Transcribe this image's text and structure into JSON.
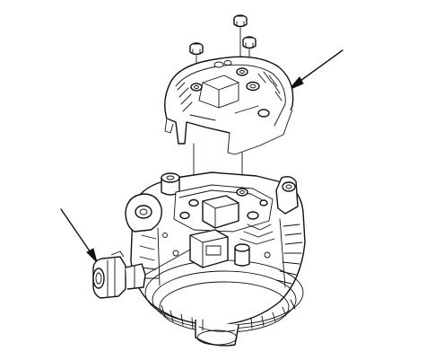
{
  "diagram": {
    "parts": [
      "rear-cover",
      "cover-nut",
      "alternator-body",
      "connector"
    ],
    "colors": {
      "line": "#111111",
      "background": "#ffffff"
    }
  }
}
